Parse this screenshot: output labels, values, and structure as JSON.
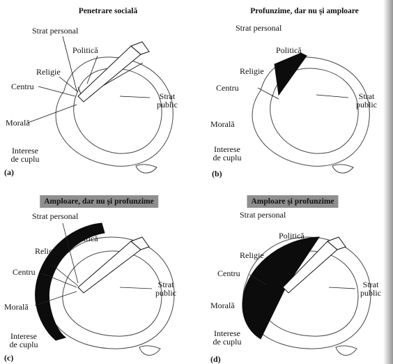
{
  "panels": [
    {
      "id": "a",
      "title": "Penetrare socială",
      "letter": "(a)",
      "labels": {
        "personal": "Strat personal",
        "politics": "Politică",
        "religion": "Religie",
        "center": "Centru",
        "public": "Strat public",
        "morality": "Morală",
        "couple": "Interese de cuplu"
      }
    },
    {
      "id": "b",
      "title": "Profunzime, dar nu şi amploare",
      "letter": "(b)",
      "labels": {
        "personal": "Strat personal",
        "politics": "Politică",
        "religion": "Religie",
        "center": "Centru",
        "public": "Strat public",
        "morality": "Morală",
        "couple": "Interese de cuplu"
      }
    },
    {
      "id": "c",
      "title": "Amploare, dar nu şi profunzime",
      "letter": "(c)",
      "labels": {
        "personal": "Strat personal",
        "politics": "Politică",
        "religion": "Religie",
        "center": "Centru",
        "public": "Strat public",
        "morality": "Morală",
        "couple": "Interese de cuplu"
      }
    },
    {
      "id": "d",
      "title": "Amploare şi profunzime",
      "letter": "(d)",
      "labels": {
        "personal": "Strat personal",
        "politics": "Politică",
        "religion": "Religie",
        "center": "Centru",
        "public": "Strat public",
        "morality": "Morală",
        "couple": "Interese de cuplu"
      }
    }
  ],
  "colors": {
    "ink": "#111111",
    "banner": "#8f8f8f",
    "fill": "#0c0c0c"
  }
}
